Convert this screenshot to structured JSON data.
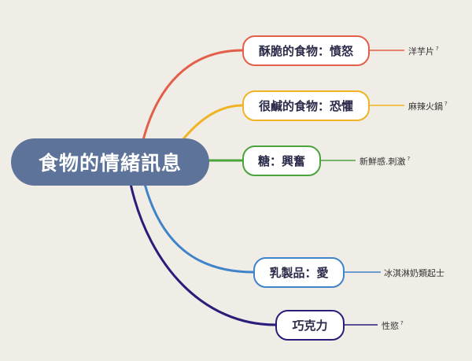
{
  "central": {
    "label": "食物的情緒訊息"
  },
  "branches": [
    {
      "key": "crispy",
      "label": "酥脆的食物：憤怒",
      "leaf": "洋芋片",
      "leaf_mark": "?",
      "color": "#e2604a"
    },
    {
      "key": "salty",
      "label": "很鹹的食物：恐懼",
      "leaf": "麻辣火鍋",
      "leaf_mark": "?",
      "color": "#f0b324"
    },
    {
      "key": "sugar",
      "label": "糖：興奮",
      "leaf": "新鮮感.刺激",
      "leaf_mark": "?",
      "color": "#4ba33c"
    },
    {
      "key": "dairy",
      "label": "乳製品：愛",
      "leaf": "冰淇淋奶類起士",
      "leaf_mark": "",
      "color": "#3f83c8"
    },
    {
      "key": "chocolate",
      "label": "巧克力",
      "leaf": "性慾",
      "leaf_mark": "?",
      "color": "#2a1d7a"
    }
  ]
}
